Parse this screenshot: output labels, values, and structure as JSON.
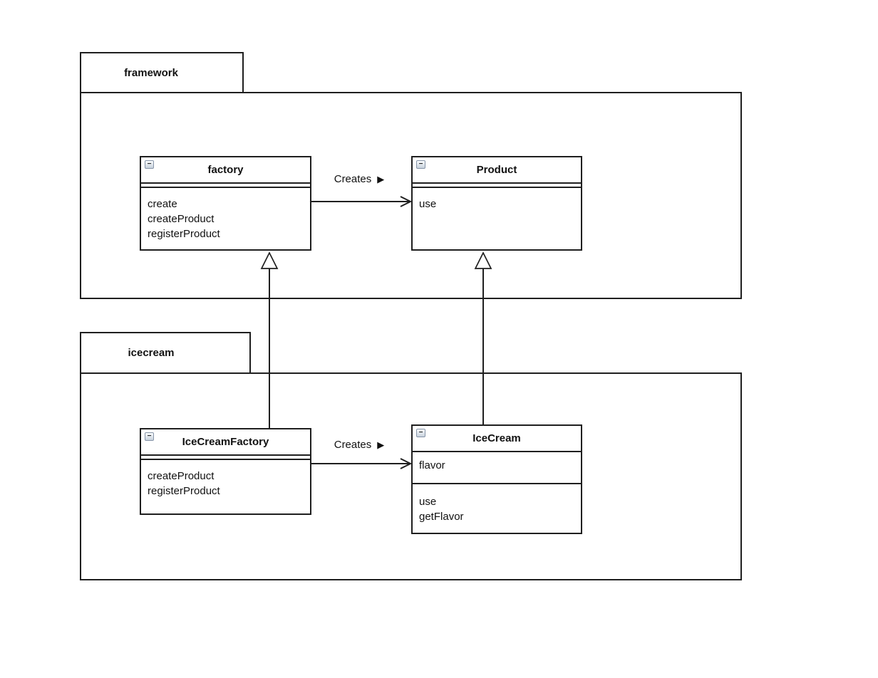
{
  "canvas": {
    "background": "#ffffff",
    "line_color": "#1f1f1f"
  },
  "packages": [
    {
      "id": "framework",
      "label": "framework"
    },
    {
      "id": "icecream",
      "label": "icecream"
    }
  ],
  "classes": [
    {
      "id": "factory",
      "title": "factory",
      "attributes": [],
      "methods": [
        "create",
        "createProduct",
        "registerProduct"
      ]
    },
    {
      "id": "product",
      "title": "Product",
      "attributes": [],
      "methods": [
        "use"
      ]
    },
    {
      "id": "icecream-factory",
      "title": "IceCreamFactory",
      "attributes": [],
      "methods": [
        "createProduct",
        "registerProduct"
      ]
    },
    {
      "id": "icecream",
      "title": "IceCream",
      "attributes": [
        "flavor"
      ],
      "methods": [
        "use",
        "getFlavor"
      ]
    }
  ],
  "relations": {
    "creates": [
      {
        "from": "factory",
        "to": "Product",
        "label": "Creates",
        "glyph": "▶"
      },
      {
        "from": "IceCreamFactory",
        "to": "IceCream",
        "label": "Creates",
        "glyph": "▶"
      }
    ],
    "generalizations": [
      {
        "from": "IceCreamFactory",
        "to": "factory"
      },
      {
        "from": "IceCream",
        "to": "Product"
      }
    ]
  },
  "icons": {
    "collapse_glyph": "−"
  }
}
